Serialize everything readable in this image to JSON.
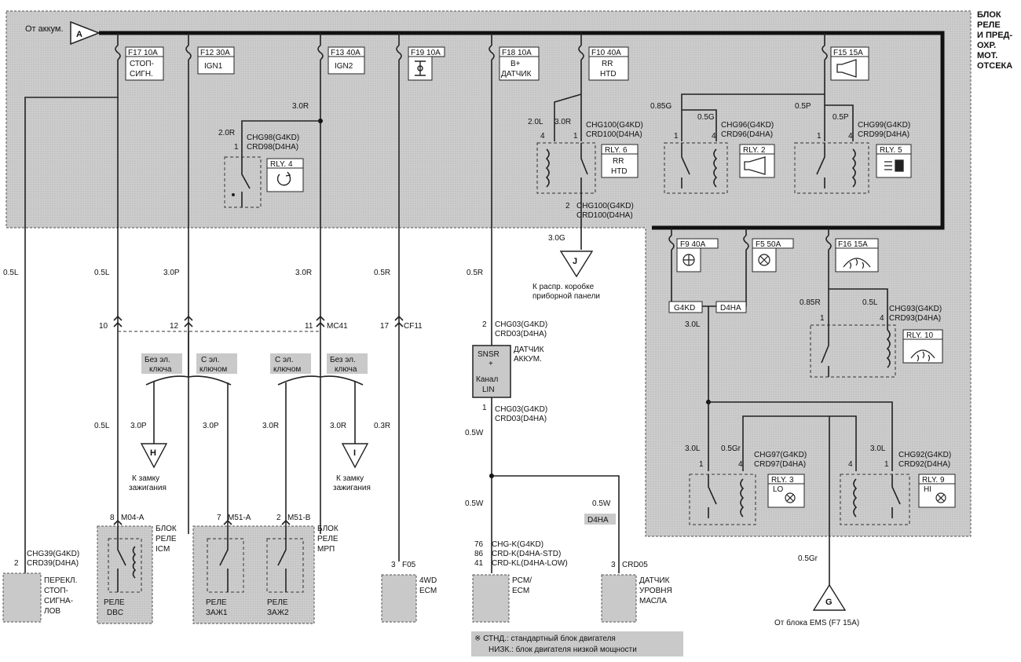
{
  "box_title": [
    "БЛОК",
    "РЕЛЕ",
    "И ПРЕД-",
    "ОХР.",
    "МОТ.",
    "ОТСЕКА"
  ],
  "from_battery": "От аккум.",
  "connector_a": "A",
  "fuses": {
    "f17": {
      "id": "F17 10A",
      "label": [
        "СТОП-",
        "СИГН."
      ]
    },
    "f12": {
      "id": "F12 30A",
      "label": [
        "IGN1"
      ]
    },
    "f13": {
      "id": "F13 40A",
      "label": [
        "IGN2"
      ]
    },
    "f19": {
      "id": "F19 10A"
    },
    "f18": {
      "id": "F18 10A",
      "label": [
        "B+",
        "ДАТЧИК"
      ]
    },
    "f10": {
      "id": "F10 40A",
      "label": [
        "RR",
        "HTD"
      ]
    },
    "f15": {
      "id": "F15 15A"
    },
    "f9": {
      "id": "F9 40A"
    },
    "f5": {
      "id": "F5 50A"
    },
    "f16": {
      "id": "F16 15A"
    }
  },
  "relays": {
    "rly4": "RLY. 4",
    "rly6": "RLY. 6",
    "rly6_label": [
      "RR",
      "HTD"
    ],
    "rly2": "RLY. 2",
    "rly5": "RLY. 5",
    "rly10": "RLY. 10",
    "rly3": "RLY. 3",
    "rly3_sub": "LO",
    "rly9": "RLY. 9",
    "rly9_sub": "HI"
  },
  "wires": {
    "w30r_top": "3.0R",
    "w20r": "2.0R",
    "w20l": "2.0L",
    "w30r_rly6": "3.0R",
    "w085g": "0.85G",
    "w05g": "0.5G",
    "w05p_a": "0.5P",
    "w05p_b": "0.5P",
    "w30g": "3.0G",
    "w05l_left": "0.5L",
    "w05l_f17": "0.5L",
    "w30p_f12": "3.0P",
    "w30r_f13": "3.0R",
    "w05r_f19": "0.5R",
    "w05r_f18": "0.5R",
    "w05l_lower": "0.5L",
    "w30p_h": "3.0P",
    "w30p_m51a": "3.0P",
    "w30r_m51b": "3.0R",
    "w30r_i": "3.0R",
    "w03r": "0.3R",
    "w05w_a": "0.5W",
    "w05w_b": "0.5W",
    "w05w_c": "0.5W",
    "w085r": "0.85R",
    "w05l_rly10": "0.5L",
    "w30l_a": "3.0L",
    "w30l_b": "3.0L",
    "w05gr_a": "0.5Gr",
    "w30l_c": "3.0L",
    "w05gr_b": "0.5Gr"
  },
  "connectors": {
    "chg98": [
      "CHG98(G4KD)",
      "CRD98(D4HA)"
    ],
    "chg100a": [
      "CHG100(G4KD)",
      "CRD100(D4HA)"
    ],
    "chg100b": [
      "CHG100(G4KD)",
      "CRD100(D4HA)"
    ],
    "chg96": [
      "CHG96(G4KD)",
      "CRD96(D4HA)"
    ],
    "chg99": [
      "CHG99(G4KD)",
      "CRD99(D4HA)"
    ],
    "chg93": [
      "CHG93(G4KD)",
      "CRD93(D4HA)"
    ],
    "chg97": [
      "CHG97(G4KD)",
      "CRD97(D4HA)"
    ],
    "chg92": [
      "CHG92(G4KD)",
      "CRD92(D4HA)"
    ],
    "chg03a": [
      "CHG03(G4KD)",
      "CRD03(D4HA)"
    ],
    "chg03b": [
      "CHG03(G4KD)",
      "CRD03(D4HA)"
    ],
    "chg39": [
      "CHG39(G4KD)",
      "CRD39(D4HA)"
    ],
    "chgk": [
      "CHG-K(G4KD)",
      "CRD-K(D4HA-STD)",
      "CRD-KL(D4HA-LOW)"
    ],
    "mc41": "MC41",
    "cf11": "CF11",
    "m04a": "M04-A",
    "m51a": "M51-A",
    "m51b": "M51-B",
    "f05": "F05",
    "crd05": "CRD05",
    "g4kd": "G4KD",
    "d4ha": "D4HA",
    "d4ha_tag": "D4HA"
  },
  "pins": {
    "p1_chg98": "1",
    "p4_rly6": "4",
    "p1_rly6": "1",
    "p2_chg100": "2",
    "p1_rly2": "1",
    "p4_rly2": "4",
    "p1_rly5": "1",
    "p4_rly5": "4",
    "p1_rly10": "1",
    "p4_rly10": "4",
    "p1_rly3": "1",
    "p4_rly3": "4",
    "p4_rly9": "4",
    "p1_rly9": "1",
    "p10": "10",
    "p12": "12",
    "p11": "11",
    "p17": "17",
    "p2_chg03": "2",
    "p1_chg03": "1",
    "p8": "8",
    "p7": "7",
    "p2_m51b": "2",
    "p2_chg39": "2",
    "p3_f05": "3",
    "p3_crd05": "3",
    "p76": "76",
    "p86": "86",
    "p41": "41"
  },
  "sensor": {
    "top": "SNSR",
    "plus": "+",
    "mid": "Канал",
    "bot": "LIN",
    "label": [
      "ДАТЧИК",
      "АККУМ."
    ]
  },
  "options": {
    "no_key_a": [
      "Без эл.",
      "ключа"
    ],
    "with_key_a": [
      "С эл.",
      "ключом"
    ],
    "with_key_b": [
      "С эл.",
      "ключом"
    ],
    "no_key_b": [
      "Без эл.",
      "ключа"
    ]
  },
  "grounds": {
    "j": {
      "letter": "J",
      "label": [
        "К распр. коробке",
        "приборной панели"
      ]
    },
    "h": {
      "letter": "H",
      "label": [
        "К замку",
        "зажигания"
      ]
    },
    "i": {
      "letter": "I",
      "label": [
        "К замку",
        "зажигания"
      ]
    },
    "g": {
      "letter": "G",
      "label": [
        "От блока EMS (F7 15A)"
      ]
    }
  },
  "components": {
    "icm": [
      "БЛОК",
      "РЕЛЕ",
      "ICM"
    ],
    "dbc": [
      "РЕЛЕ",
      "DBC"
    ],
    "mrp": [
      "БЛОК",
      "РЕЛЕ",
      "МРП"
    ],
    "zazh1": [
      "РЕЛЕ",
      "ЗАЖ1"
    ],
    "zazh2": [
      "РЕЛЕ",
      "ЗАЖ2"
    ],
    "stop": [
      "ПЕРЕКЛ.",
      "СТОП-",
      "СИГНА-",
      "ЛОВ"
    ],
    "ecm4wd": [
      "4WD",
      "ECM"
    ],
    "pcm": [
      "PCM/",
      "ECM"
    ],
    "oil": [
      "ДАТЧИК",
      "УРОВНЯ",
      "МАСЛА"
    ]
  },
  "footnote": [
    "※ СТНД.: стандартный блок двигателя",
    "НИЗК.: блок двигателя низкой мощности"
  ]
}
